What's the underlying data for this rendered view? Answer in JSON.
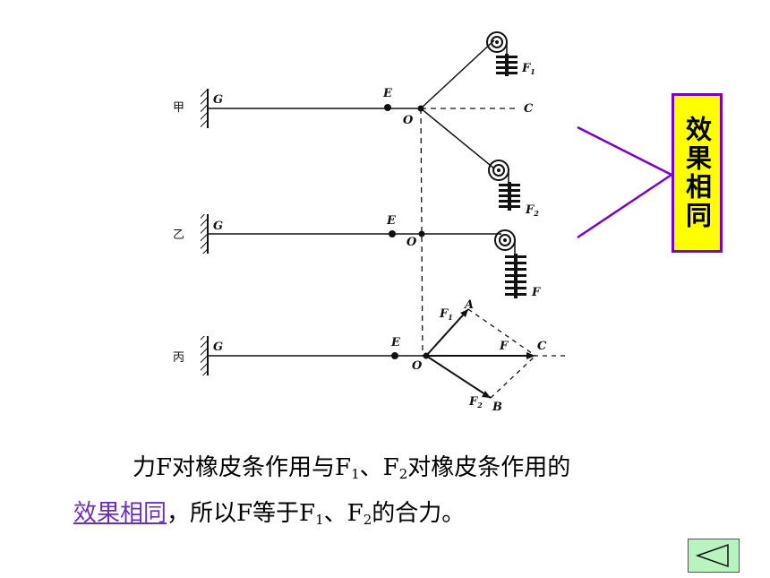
{
  "diagram": {
    "labels": {
      "row1": "甲",
      "row2": "乙",
      "row3": "丙",
      "G": "G",
      "E": "E",
      "O": "O",
      "C": "C",
      "A": "A",
      "B": "B",
      "F": "F"
    }
  },
  "effect_box": {
    "text": "效果相同"
  },
  "caption": {
    "part1": "力F对橡皮条作用与F",
    "sub1": "1",
    "part2": "、F",
    "sub2": "2",
    "part3": "对橡皮条作用的",
    "link": "效果相同",
    "part4": "，所以F等于F",
    "sub3": "1",
    "part5": "、F",
    "sub4": "2",
    "part6": "的合力。"
  },
  "colors": {
    "box_fill": "#ffff00",
    "box_border": "#7a00c8",
    "link": "#6b2fbf",
    "back_button": "#b9f3c0"
  },
  "nav": {
    "back_icon": "triangle-left-icon"
  }
}
